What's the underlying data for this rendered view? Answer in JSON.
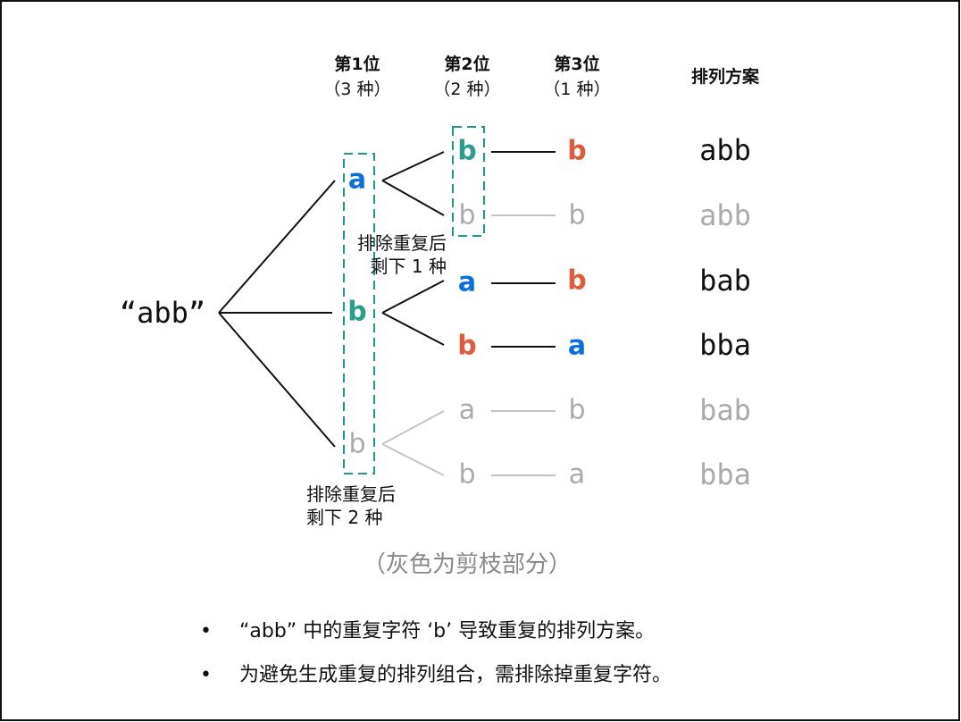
{
  "colors": {
    "blue": "#0b6fe0",
    "teal": "#2a9d8f",
    "red": "#e05a3c",
    "gray": "#aaaaaa",
    "black": "#111111"
  },
  "headers": [
    {
      "title": "第1位",
      "sub": "（3  种）"
    },
    {
      "title": "第2位",
      "sub": "（2  种）"
    },
    {
      "title": "第3位",
      "sub": "（1  种）"
    },
    {
      "title": "排列方案"
    }
  ],
  "root": "“abb”",
  "level1": [
    "a",
    "b",
    "b"
  ],
  "level2": [
    "b",
    "b",
    "a",
    "b",
    "a",
    "b"
  ],
  "level3": [
    "b",
    "b",
    "b",
    "a",
    "b",
    "a"
  ],
  "results": [
    "abb",
    "abb",
    "bab",
    "bba",
    "bab",
    "bba"
  ],
  "notes": {
    "level2": {
      "line1": "排除重复后",
      "line2": "剩下  1  种"
    },
    "level1": {
      "line1": "排除重复后",
      "line2": "剩下  2  种"
    }
  },
  "caption": "（灰色为剪枝部分）",
  "bullets": [
    {
      "mark": "•",
      "text": "“abb” 中的重复字符 ‘b’ 导致重复的排列方案。"
    },
    {
      "mark": "•",
      "text": "为避免生成重复的排列组合，需排除掉重复字符。"
    }
  ]
}
